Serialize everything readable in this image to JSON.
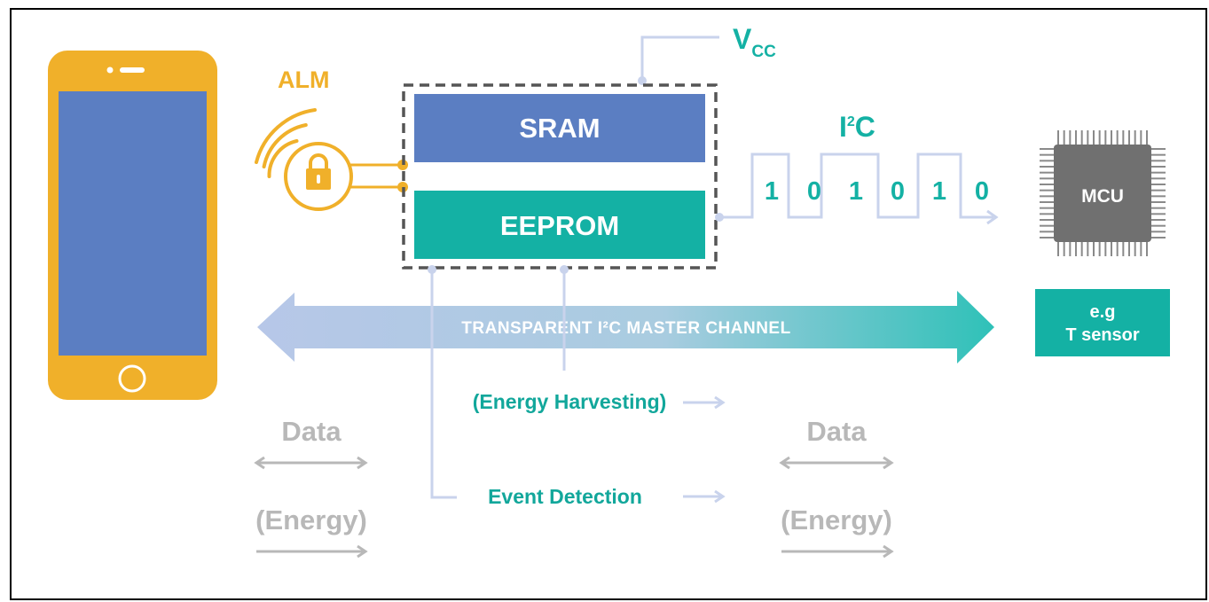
{
  "labels": {
    "alm": "ALM",
    "vcc_main": "V",
    "vcc_sub": "CC",
    "sram": "SRAM",
    "eeprom": "EEPROM",
    "i2c_main": "I",
    "i2c_sup": "2",
    "i2c_end": "C",
    "mcu": "MCU",
    "sensor_line1": "e.g",
    "sensor_line2": "T sensor",
    "channel": "TRANSPARENT I²C MASTER CHANNEL",
    "energy_harvesting": "(Energy Harvesting)",
    "event_detection": "Event Detection",
    "data_left": "Data",
    "energy_left": "(Energy)",
    "data_right": "Data",
    "energy_right": "(Energy)"
  },
  "bits": [
    "1",
    "0",
    "1",
    "0",
    "1",
    "0"
  ],
  "colors": {
    "orange": "#F0B02A",
    "screen_blue": "#5B7EC2",
    "teal": "#14B1A4",
    "teal_text": "#12A79B",
    "line_light": "#C9D3EC",
    "gray_text": "#B8B8B8",
    "chip_gray": "#707070",
    "dashed": "#555555"
  }
}
